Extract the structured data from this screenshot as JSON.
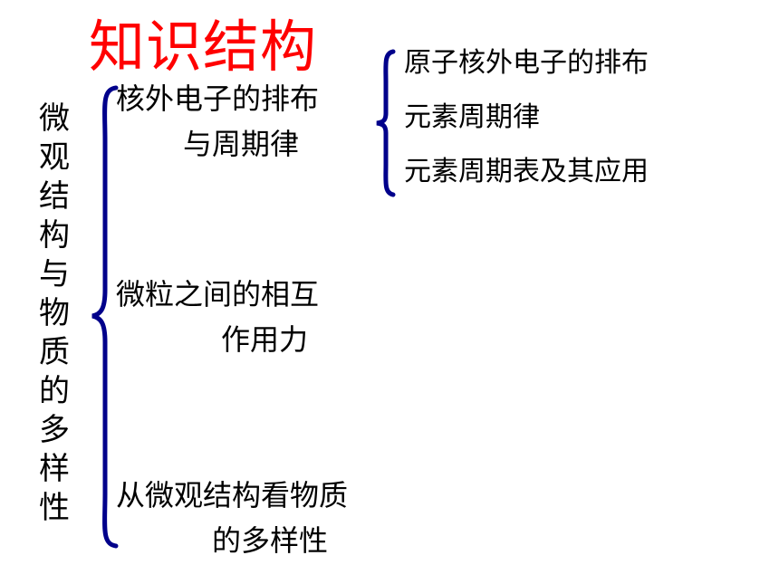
{
  "title": "知识结构",
  "root": "微观结构与物质的多样性",
  "branches": [
    {
      "line1": "核外电子的排布",
      "line2": "与周期律"
    },
    {
      "line1": "微粒之间的相互",
      "line2": "作用力"
    },
    {
      "line1": "从微观结构看物质",
      "line2": "的多样性"
    }
  ],
  "sub_items": [
    "原子核外电子的排布",
    "元素周期律",
    "元素周期表及其应用"
  ],
  "colors": {
    "title": "#ff0000",
    "brace": "#00008b",
    "text": "#000000"
  }
}
